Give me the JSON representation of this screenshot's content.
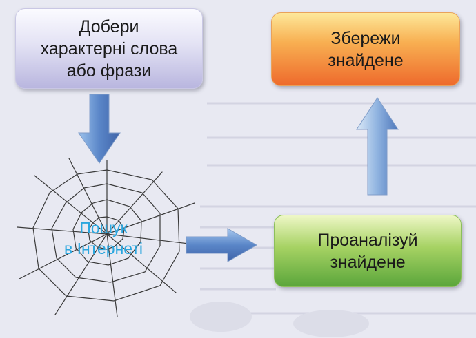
{
  "nodes": {
    "keywords": {
      "label": "Добери\nхарактерні слова\nабо фрази"
    },
    "search": {
      "label": "Пошук\nв Інтернеті"
    },
    "analyze": {
      "label": "Проаналізуй\nзнайдене"
    },
    "save": {
      "label": "Збережи\nзнайдене"
    }
  },
  "edges": [
    {
      "from": "keywords",
      "to": "search"
    },
    {
      "from": "search",
      "to": "analyze"
    },
    {
      "from": "analyze",
      "to": "save"
    }
  ],
  "colors": {
    "keywords_box": "#cfcdea",
    "save_box": "#f4913c",
    "analyze_box": "#82bd4c",
    "search_text": "#2aa6de",
    "arrow": "#5a86c8",
    "web": "#3a3a3a"
  }
}
